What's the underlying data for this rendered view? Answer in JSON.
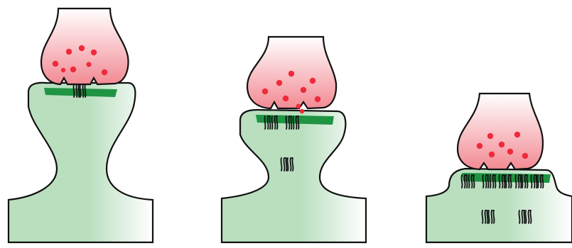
{
  "colors": {
    "presynaptic_fill": "#f28a93",
    "presynaptic_fade": "#ffffff",
    "postsynaptic_fill": "#b9dfbf",
    "postsynaptic_fade": "#ffffff",
    "vesicle": "#ee2a3b",
    "postsynaptic_density": "#1f9443",
    "outline": "#111111"
  },
  "panels": [
    {
      "id": "panel-1",
      "vesicle_count": 8,
      "receptor_clusters_membrane": 1,
      "receptor_clusters_internal": 0
    },
    {
      "id": "panel-2",
      "vesicle_count": 9,
      "receptor_clusters_membrane": 2,
      "receptor_clusters_internal": 1
    },
    {
      "id": "panel-3",
      "vesicle_count": 7,
      "receptor_clusters_membrane": 5,
      "receptor_clusters_internal": 2
    }
  ]
}
